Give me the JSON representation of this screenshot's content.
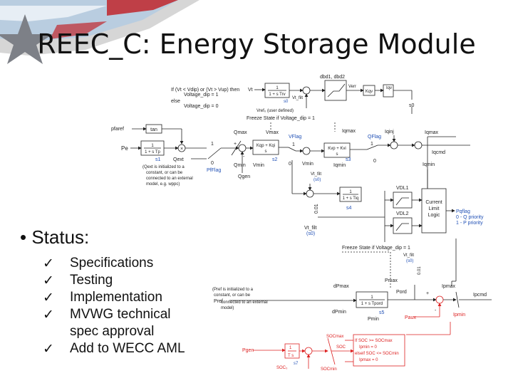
{
  "slide": {
    "title": "REEC_C: Energy Storage Module",
    "status_heading": "• Status:",
    "checklist": [
      "Specifications",
      "Testing",
      "Implementation",
      "MVWG technical spec approval",
      "Add to WECC AML"
    ],
    "check_glyph": "✓"
  },
  "diagram": {
    "top_note": [
      "If (Vt < Vdip) or (Vt > Vup) then",
      "Voltage_dip = 1",
      "else",
      "Voltage_dip = 0"
    ],
    "deadband_label": "dbd1, dbd2",
    "vt_label": "Vt",
    "tr_block": [
      "1",
      "1 + s Trv"
    ],
    "vt_filt": "Vt_filt",
    "s0": "s0",
    "vref0": "Vref₀ (user defined)",
    "verr": "Verr",
    "kqv": "Kqv",
    "iqv": "Iqv",
    "freeze1": "Freeze State if Voltage_dip = 1",
    "pfaref": "pfaref",
    "tan": "tan",
    "pe": "Pe",
    "tp_block": [
      "1",
      "1 + s Tp"
    ],
    "s1": "s1",
    "qmax": "Qmax",
    "qmin": "Qmin",
    "qext": "Qext",
    "qgen": "Qgen",
    "pfflag": "PfFlag",
    "qext_note": [
      "(Qext is initialized to a",
      "constant, or can be",
      "connected to an external",
      "model, e.g. wppc)"
    ],
    "vmax": "Vmax",
    "vmin": "Vmin",
    "vflag": "VFlag",
    "kqp_block": [
      "Kqp + Kqi",
      "s"
    ],
    "s2": "s2",
    "iqmax": "Iqmax",
    "iqmin": "Iqmin",
    "kvp_block": [
      "Kvp + Kvi",
      "s"
    ],
    "s3": "s3",
    "qflag": "QFlag",
    "iqinj": "Iqinj",
    "iqcmd": "Iqcmd",
    "vt_filt_s0": [
      "Vt_filt",
      "(s0)"
    ],
    "tiq_block": [
      "1",
      "1 + s Tiq"
    ],
    "s4": "s4",
    "vdl1": "VDL1",
    "vdl2": "VDL2",
    "cll_block": [
      "Current",
      "Limit",
      "Logic"
    ],
    "pqflag": [
      "Pqflag",
      "0 - Q priority",
      "1 - P priority"
    ],
    "vt_filt_s0_b": [
      "Vt_filt",
      "(s0)"
    ],
    "freeze2": "Freeze State if Voltage_dip = 1",
    "vt_filt_s0_c": [
      "Vt_filt",
      "(s0)"
    ],
    "pmax": "Pmax",
    "dpmax": "dPmax",
    "dpmin": "dPmin",
    "pmin": "Pmin",
    "pref": "Pref",
    "pref_note": [
      "(Pref is initialized to a",
      "constant, or can be",
      "connected to an external",
      "model)"
    ],
    "tpord_block": [
      "1",
      "1 + s Tpord"
    ],
    "s5": "s5",
    "pord": "Pord",
    "paux": "Paux",
    "ipmax": "Ipmax",
    "ipmin": "Ipmin",
    "ipcmd": "Ipcmd",
    "small_01": "0.01",
    "soc_logic": [
      "If SOC >= SOCmax",
      "Ipmin = 0",
      "elseif SOC <= SOCmin",
      "Ipmax = 0"
    ],
    "socmax": "SOCmax",
    "socmin": "SOCmin",
    "soc": "SOC",
    "pgen": "Pgen",
    "integ_block": [
      "1",
      "T s"
    ],
    "s7": "s7",
    "soc0": "SOC₀",
    "one": "1",
    "zero": "0",
    "plus": "+",
    "minus": "-",
    "mult": "×"
  }
}
